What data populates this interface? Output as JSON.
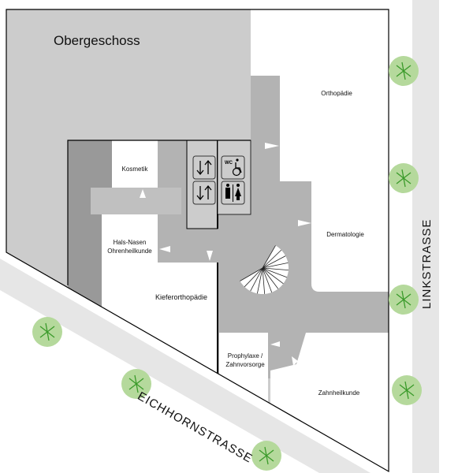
{
  "floor_title": "Obergeschoss",
  "rooms": {
    "orthopaedie": "Orthopädie",
    "kosmetik": "Kosmetik",
    "hno": "Hals-Nasen Ohrenheilkunde",
    "kieferorthopaedie": "Kieferorthopädie",
    "dermatologie": "Dermatologie",
    "prophylaxe": "Prophylaxe / Zahnvorsorge",
    "zahnheilkunde": "Zahnheilkunde"
  },
  "streets": {
    "eichhorn": "EICHHORNSTRASSE",
    "link": "LINKSTRASSE"
  },
  "facilities": {
    "wc_label": "WC"
  },
  "icons": [
    "elevator-icon",
    "wheelchair-wc-icon",
    "restroom-icon",
    "stairs-icon",
    "tree-icon",
    "direction-arrow-icon"
  ],
  "colors": {
    "upper": "#cccccc",
    "corridor": "#b3b3b3",
    "dark": "#999999",
    "street": "#e6e6e6",
    "tree": "#b5d99c"
  }
}
